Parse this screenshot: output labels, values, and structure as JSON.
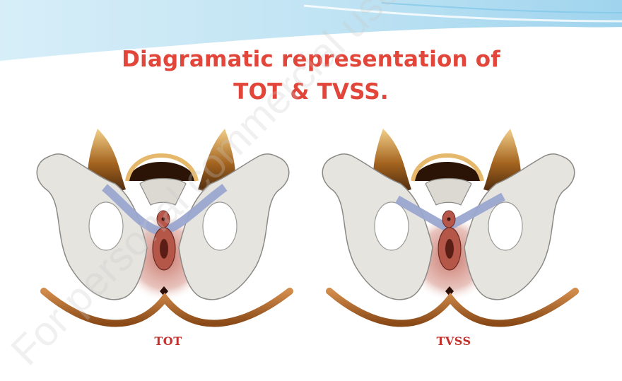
{
  "title_line1": "Diagramatic representation of",
  "title_line2": "TOT & TVSS.",
  "panels": [
    {
      "label": "TOT",
      "sling": "transobturator"
    },
    {
      "label": "TVSS",
      "sling": "suburethral"
    }
  ],
  "watermark": "For personal commercial use only",
  "colors": {
    "title": "#e2453a",
    "label": "#c4302b",
    "bone": "#e6e4df",
    "sling": "#9aa6cf",
    "perineum": "#c98577",
    "skin_curve": "#b8692a"
  }
}
